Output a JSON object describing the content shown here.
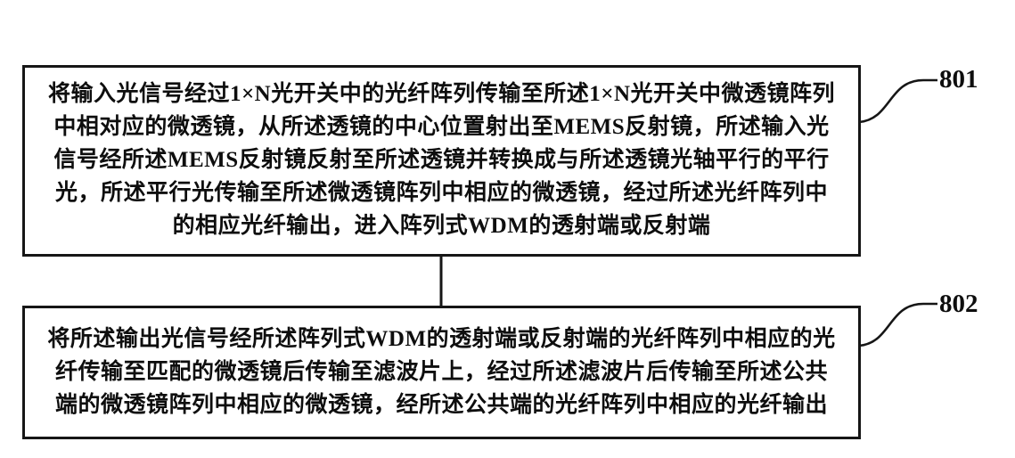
{
  "figure": {
    "boxes": [
      {
        "id": "step-801",
        "ref_label": "801",
        "lines": [
          "将输入光信号经过1×N光开关中的光纤阵列传输至所述1×N光开关中微透镜阵列",
          "中相对应的微透镜，从所述透镜的中心位置射出至MEMS反射镜，所述输入光",
          "信号经所述MEMS反射镜反射至所述透镜并转换成与所述透镜光轴平行的平行",
          "光，所述平行光传输至所述微透镜阵列中相应的微透镜，经过所述光纤阵列中",
          "的相应光纤输出，进入阵列式WDM的透射端或反射端"
        ]
      },
      {
        "id": "step-802",
        "ref_label": "802",
        "lines": [
          "将所述输出光信号经所述阵列式WDM的透射端或反射端的光纤阵列中相应的光",
          "纤传输至匹配的微透镜后传输至滤波片上，经过所述滤波片后传输至所述公共",
          "端的微透镜阵列中相应的微透镜，经所述公共端的光纤阵列中相应的光纤输出"
        ]
      }
    ],
    "colors": {
      "line": "#161616",
      "text": "#0e0e0e",
      "background": "#ffffff"
    }
  }
}
